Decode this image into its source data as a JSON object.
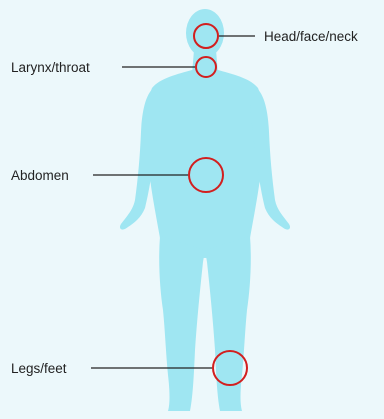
{
  "colors": {
    "background": "#ecf8fb",
    "body": "#9fe6f2",
    "marker": "#d21f1f",
    "line": "#222222",
    "text": "#222222"
  },
  "labels": {
    "head": "Head/face/neck",
    "throat": "Larynx/throat",
    "abdomen": "Abdomen",
    "legs": "Legs/feet"
  }
}
